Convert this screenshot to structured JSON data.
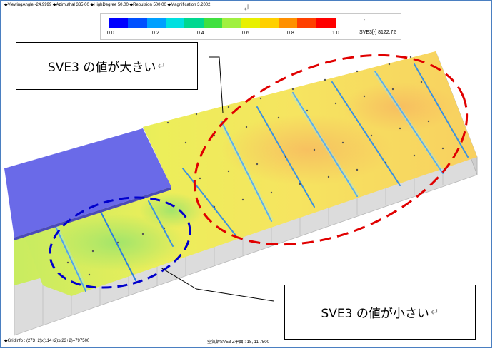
{
  "info": {
    "top_line": "◆ViewingAngle -24.9999 ◆Azimuthal 335.00 ◆HighDegree 50.00 ◆Repulsion 500.00 ◆Magnification 3.2002",
    "grid_info": "◆GridInfo : (273+2)x(114+2)x(23+2)=797500",
    "slice_info": "空気齢SVE3 Z平面 : 18,  11.7500"
  },
  "colorbar": {
    "ticks": [
      "0.0",
      "0.2",
      "0.4",
      "0.6",
      "0.8",
      "1.0"
    ],
    "label": "SVE3[-] 8122.72",
    "dash": "-",
    "colors": [
      "#0000ff",
      "#0050ff",
      "#00a0ff",
      "#00e0e0",
      "#00d890",
      "#40e040",
      "#a0f040",
      "#e8f000",
      "#ffd000",
      "#ff9000",
      "#ff4000",
      "#ff0000"
    ]
  },
  "callouts": {
    "top": {
      "text": "SVE3 の値が大きい",
      "return": "↵"
    },
    "bottom": {
      "text": "SVE3 の値が小さい",
      "return": "↵"
    }
  },
  "cursor": "↲",
  "colors": {
    "frame": "#4a7fc1",
    "floor": "#f2e96a",
    "obstacle": "#6a6ae8",
    "high_ellipse": "#e00000",
    "low_ellipse": "#0000cc"
  }
}
